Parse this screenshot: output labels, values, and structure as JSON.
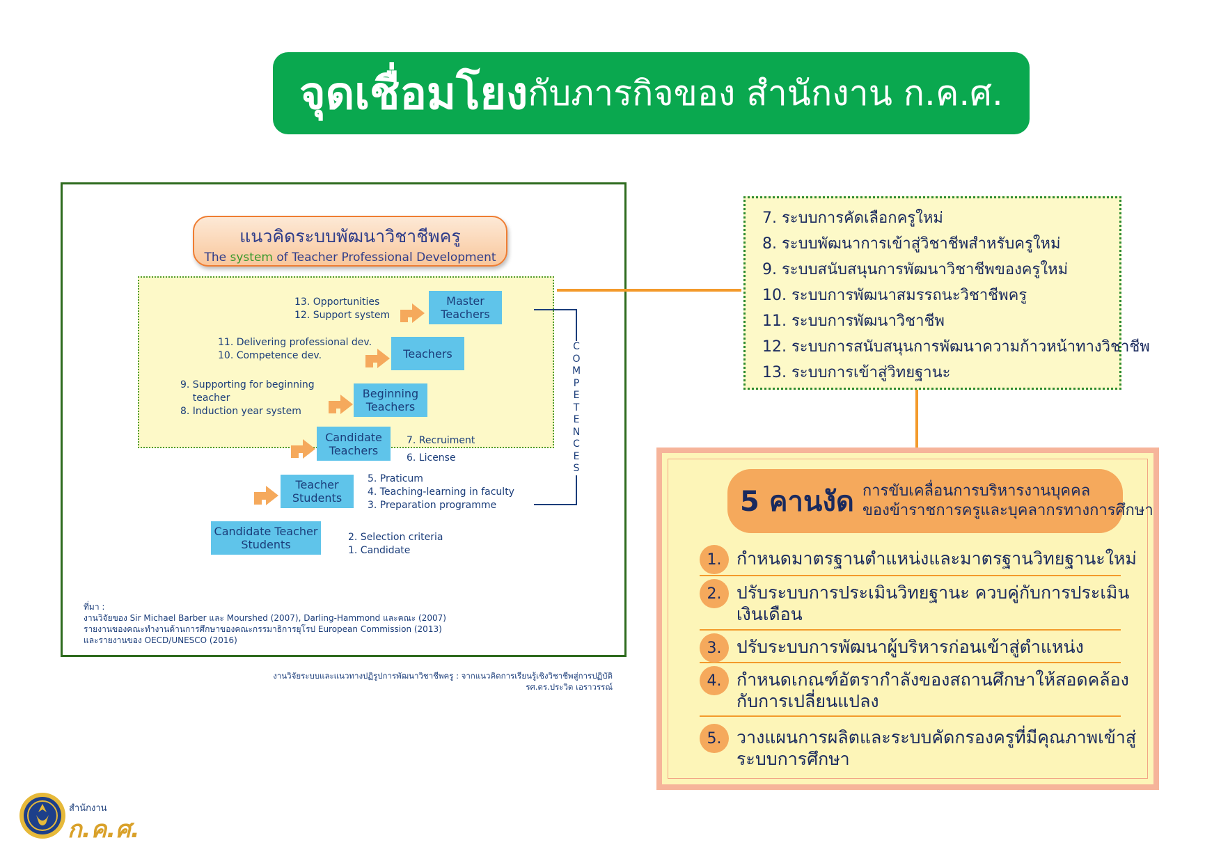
{
  "header": {
    "title_main": "จุดเชื่อมโยง",
    "title_rest": "กับภารกิจของ สำนักงาน ก.ค.ศ."
  },
  "concept": {
    "title_th": "แนวคิดระบบพัฒนาวิชาชีพครู",
    "title_en_pre": "The ",
    "title_en_highlight": "system",
    "title_en_post": " of Teacher Professional Development",
    "stages": [
      {
        "label": "Master\nTeachers",
        "note": "13. Opportunities\n12. Support system"
      },
      {
        "label": "Teachers",
        "note": "11. Delivering professional dev.\n10. Competence dev."
      },
      {
        "label": "Beginning\nTeachers",
        "note": "9. Supporting for beginning\n    teacher\n8. Induction year system"
      },
      {
        "label": "Candidate\nTeachers",
        "note": "7. Recruiment\n6. License"
      },
      {
        "label": "Teacher\nStudents",
        "note": "5. Praticum\n4. Teaching-learning in faculty\n3. Preparation programme"
      },
      {
        "label": "Candidate Teacher\nStudents",
        "note": "2. Selection criteria\n1. Candidate"
      }
    ],
    "competences": [
      "C",
      "O",
      "M",
      "P",
      "E",
      "T",
      "E",
      "N",
      "C",
      "E",
      "S"
    ],
    "source": "ที่มา :\nงานวิจัยของ Sir Michael Barber และ Mourshed (2007), Darling-Hammond และคณะ (2007)\nรายงานของคณะทำงานด้านการศึกษาของคณะกรรมาธิการยุโรป European Commission (2013)\nและรายงานของ OECD/UNESCO (2016)",
    "research_ref": "งานวิจัยระบบและแนวทางปฏิรูปการพัฒนาวิชาชีพครู : จากแนวคิดการเรียนรู้เชิงวิชาชีพสู่การปฏิบัติ\nรศ.ดร.ประวิต เอราวรรณ์"
  },
  "systems": [
    "7.  ระบบการคัดเลือกครูใหม่",
    "8.  ระบบพัฒนาการเข้าสู่วิชาชีพสำหรับครูใหม่",
    "9.  ระบบสนับสนุนการพัฒนาวิชาชีพของครูใหม่",
    "10. ระบบการพัฒนาสมรรถนะวิชาชีพครู",
    "11.  ระบบการพัฒนาวิชาชีพ",
    "12. ระบบการสนับสนุนการพัฒนาความก้าวหน้าทางวิชาชีพ",
    "13. ระบบการเข้าสู่วิทยฐานะ"
  ],
  "five_axes": {
    "heading": "5 คานงัด",
    "subheading": "การขับเคลื่อนการบริหารงานบุคคล\nของข้าราชการครูและบุคลากรทางการศึกษา",
    "items": [
      {
        "num": "1.",
        "text": "กำหนดมาตรฐานตำแหน่งและมาตรฐานวิทยฐานะใหม่"
      },
      {
        "num": "2.",
        "text": "ปรับระบบการประเมินวิทยฐานะ ควบคู่กับการประเมิน\nเงินเดือน"
      },
      {
        "num": "3.",
        "text": "ปรับระบบการพัฒนาผู้บริหารก่อนเข้าสู่ตำแหน่ง"
      },
      {
        "num": "4.",
        "text": "กำหนดเกณฑ์อัตรากำลังของสถานศึกษาให้สอดคล้อง\nกับการเปลี่ยนแปลง"
      },
      {
        "num": "5.",
        "text": "วางแผนการผลิตและระบบคัดกรองครูที่มีคุณภาพเข้าสู่\nระบบการศึกษา"
      }
    ]
  },
  "logo": {
    "small": "สำนักงาน",
    "big": "ก.ค.ศ."
  },
  "colors": {
    "title_green": "#0aa84f",
    "stage_blue": "#5fc4ea",
    "arrow_orange": "#f5a95c",
    "connector_orange": "#f39a2b",
    "zone_yellow": "#fdf9c8",
    "highlight_green": "#3a9a2e"
  }
}
